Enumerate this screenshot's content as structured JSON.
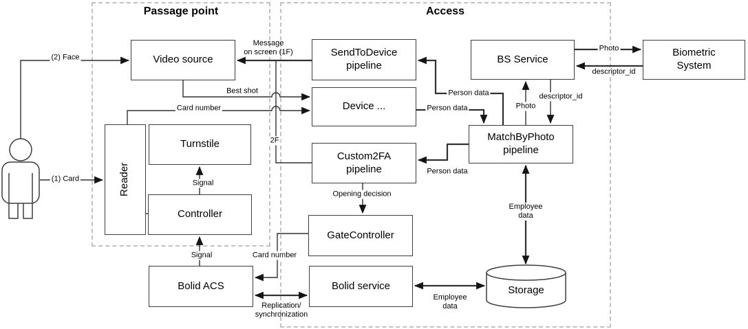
{
  "diagram": {
    "containers": [
      {
        "title": "Passage point"
      },
      {
        "title": "Access"
      }
    ],
    "nodes": [
      {
        "label": "Video source"
      },
      {
        "label": "Reader"
      },
      {
        "label": "Turnstile"
      },
      {
        "label": "Controller"
      },
      {
        "label": "SendToDevice\npipeline"
      },
      {
        "label": "Device ..."
      },
      {
        "label": "Custom2FA\npipeline"
      },
      {
        "label": "GateController"
      },
      {
        "label": "Bolid ACS"
      },
      {
        "label": "Bolid service"
      },
      {
        "label": "MatchByPhoto\npipeline"
      },
      {
        "label": "BS Service"
      },
      {
        "label": "Biometric\nSystem"
      },
      {
        "label": "Storage"
      }
    ],
    "edge_labels": [
      {
        "text": "(2) Face"
      },
      {
        "text": "(1) Card"
      },
      {
        "text": "Message\non screen (1F)"
      },
      {
        "text": "Best shot"
      },
      {
        "text": "Card number"
      },
      {
        "text": "2F"
      },
      {
        "text": "Person data"
      },
      {
        "text": "Person data"
      },
      {
        "text": "Person data"
      },
      {
        "text": "Photo"
      },
      {
        "text": "descriptor_id"
      },
      {
        "text": "Photo"
      },
      {
        "text": "descriptor_id"
      },
      {
        "text": "Opening decision"
      },
      {
        "text": "Signal"
      },
      {
        "text": "Signal"
      },
      {
        "text": "Card number"
      },
      {
        "text": "Replication/\nsynchronization"
      },
      {
        "text": "Employee\ndata"
      },
      {
        "text": "Employee\ndata"
      }
    ],
    "icons": {
      "actor": "person-icon",
      "storage": "database-cylinder-icon"
    },
    "colors": {
      "box_border": "#3d3d3d",
      "connector": "#303030",
      "dashed_border": "#c2c2c2",
      "text": "#000000",
      "canvas": "#ffffff"
    }
  }
}
